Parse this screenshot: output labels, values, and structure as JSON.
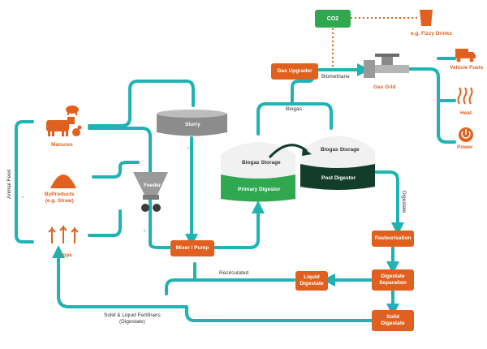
{
  "nodes": {
    "co2": "CO2",
    "fizzy": "e.g. Fizzy Drinks",
    "gas_upgrader": "Gas Upgrader",
    "biomethane": "Biomethane",
    "gas_grid": "Gas Grid",
    "vehicle_fuels": "Vehicle Fuels",
    "heat": "Heat",
    "power": "Power",
    "biogas": "Biogas",
    "manures": "Manures",
    "byproducts_line1": "ByProducts",
    "byproducts_line2": "(e.g. Straw)",
    "crops": "Crops",
    "animal_feed": "Animal Feed",
    "slurry": "Slurry",
    "feeder": "Feeder",
    "biogas_storage_1": "Biogas Storage",
    "primary_digestor": "Primary Digestor",
    "biogas_storage_2": "Biogas Storage",
    "post_digestor": "Post Digestor",
    "digestate": "Digestate",
    "mixer_pump": "Mixer / Pump",
    "pasteurisation": "Pasteurisation",
    "recirculated": "Recirculated",
    "liquid_line1": "Liquid",
    "liquid_line2": "Digestate",
    "sep_line1": "Digestate",
    "sep_line2": "Separation",
    "fertilisers_line1": "Solid & Liquid Fertilisers",
    "fertilisers_line2": "(Digestate)",
    "solid_line1": "Solid",
    "solid_line2": "Digestate"
  },
  "colors": {
    "teal": "#1fb3b3",
    "orange": "#e0611f",
    "green": "#2fa84f",
    "darkgreen": "#123d2b",
    "grey": "#8c8c8c"
  }
}
